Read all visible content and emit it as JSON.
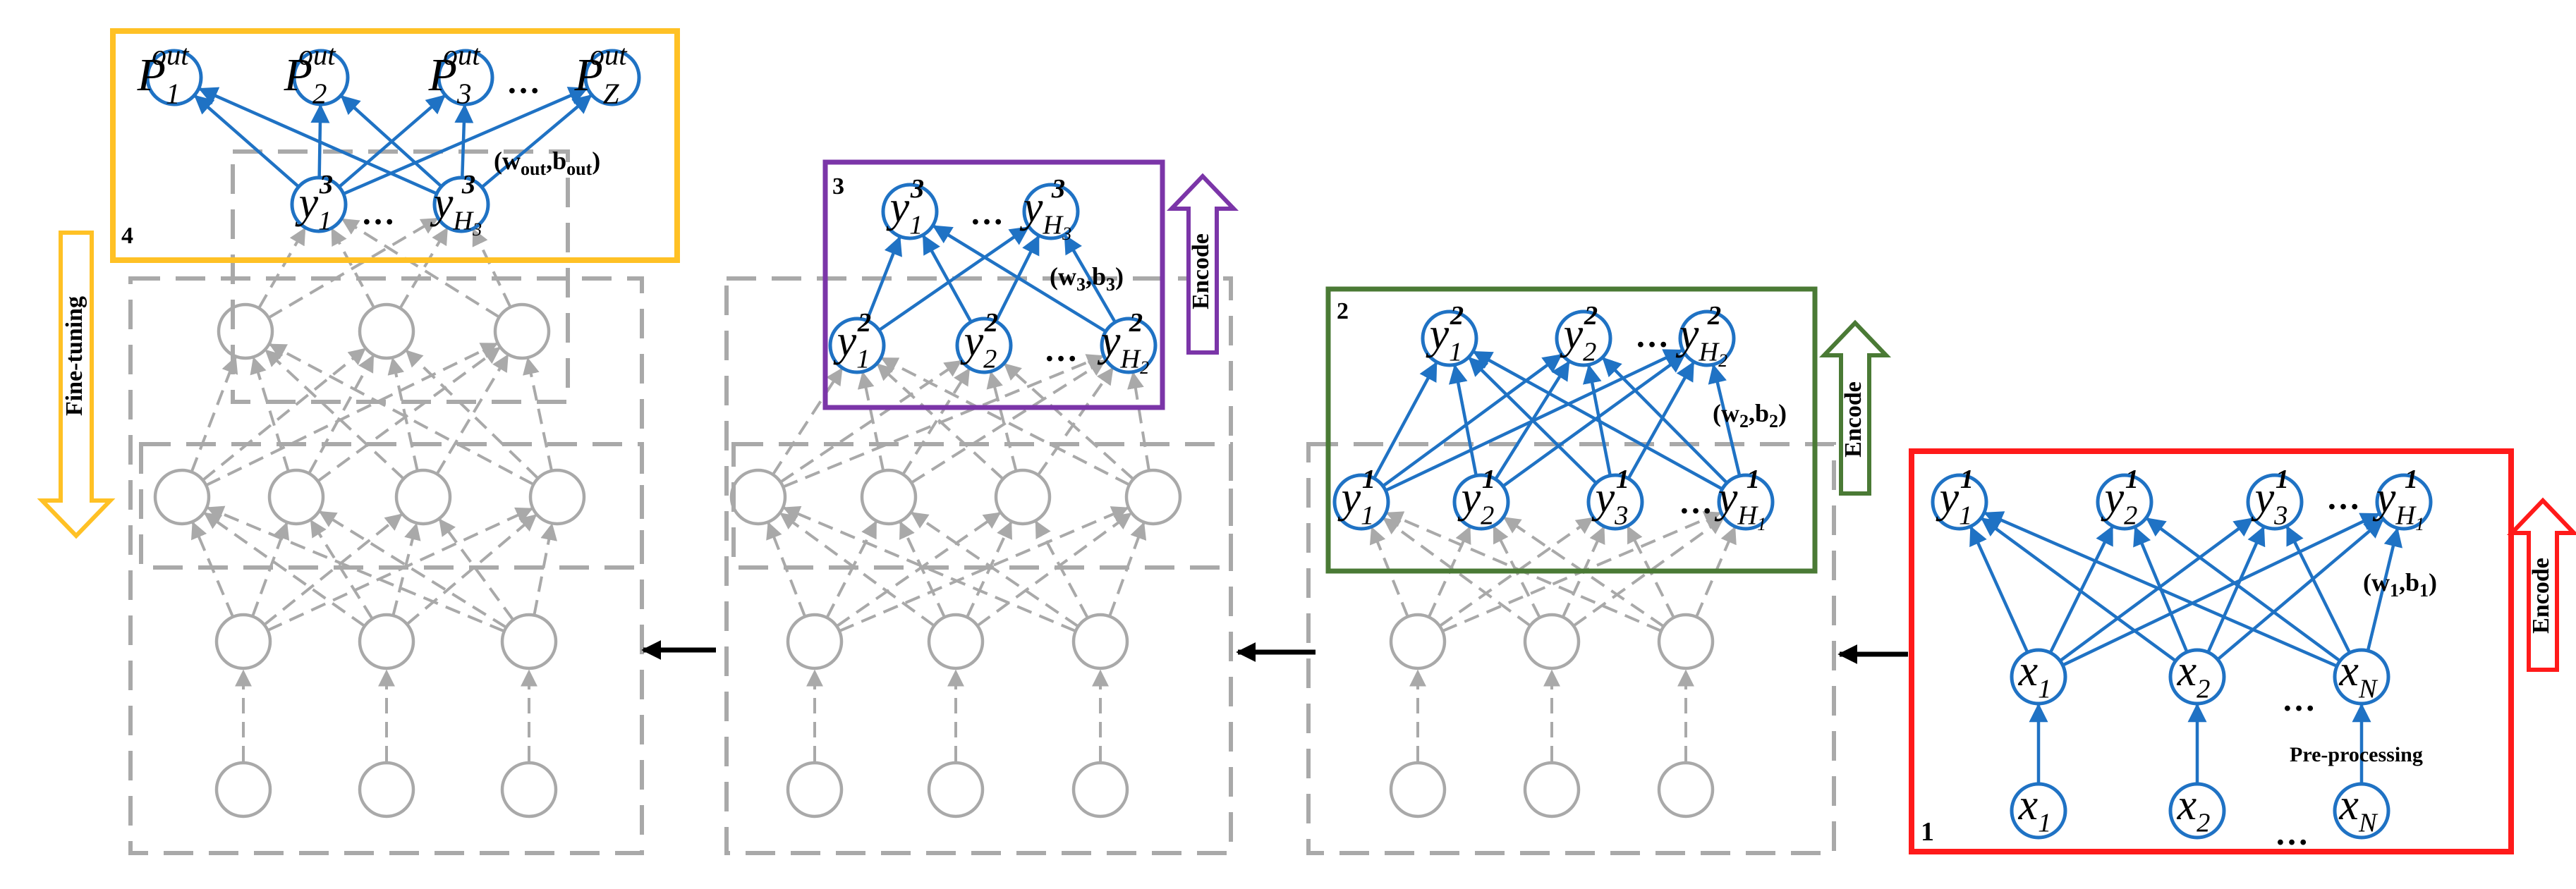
{
  "colors": {
    "blue": "#1f72c4",
    "gray": "#a9a9a9",
    "red": "#ff1a1a",
    "green": "#4a7a35",
    "purple": "#7b35a8",
    "yellow": "#ffc125"
  },
  "stage1": {
    "number": "1",
    "encode_label": "Encode",
    "pre_label": "Pre-processing",
    "param_w": "w",
    "param_sub": "1",
    "param_b": "b",
    "top_nodes": [
      {
        "base": "y",
        "sup": "1",
        "sub": "1"
      },
      {
        "base": "y",
        "sup": "1",
        "sub": "2"
      },
      {
        "base": "y",
        "sup": "1",
        "sub": "3"
      },
      {
        "base": "y",
        "sup": "1",
        "sub": "H",
        "subsub": "1"
      }
    ],
    "mid_nodes": [
      {
        "base": "x",
        "sub": "1"
      },
      {
        "base": "x",
        "sub": "2"
      },
      {
        "base": "x",
        "sub": "N"
      }
    ],
    "bot_nodes": [
      {
        "base": "x",
        "sub": "1"
      },
      {
        "base": "x",
        "sub": "2"
      },
      {
        "base": "x",
        "sub": "N"
      }
    ],
    "ellipsis": "…"
  },
  "stage2": {
    "number": "2",
    "encode_label": "Encode",
    "param_w": "w",
    "param_sub": "2",
    "param_b": "b",
    "top_nodes": [
      {
        "base": "y",
        "sup": "2",
        "sub": "1"
      },
      {
        "base": "y",
        "sup": "2",
        "sub": "2"
      },
      {
        "base": "y",
        "sup": "2",
        "sub": "H",
        "subsub": "2"
      }
    ],
    "bot_nodes": [
      {
        "base": "y",
        "sup": "1",
        "sub": "1"
      },
      {
        "base": "y",
        "sup": "1",
        "sub": "2"
      },
      {
        "base": "y",
        "sup": "1",
        "sub": "3"
      },
      {
        "base": "y",
        "sup": "1",
        "sub": "H",
        "subsub": "1"
      }
    ],
    "ellipsis": "…"
  },
  "stage3": {
    "number": "3",
    "encode_label": "Encode",
    "param_w": "w",
    "param_sub": "3",
    "param_b": "b",
    "top_nodes": [
      {
        "base": "y",
        "sup": "3",
        "sub": "1"
      },
      {
        "base": "y",
        "sup": "3",
        "sub": "H",
        "subsub": "3"
      }
    ],
    "bot_nodes": [
      {
        "base": "y",
        "sup": "2",
        "sub": "1"
      },
      {
        "base": "y",
        "sup": "2",
        "sub": "2"
      },
      {
        "base": "y",
        "sup": "2",
        "sub": "H",
        "subsub": "2"
      }
    ],
    "ellipsis": "…"
  },
  "stage4": {
    "number": "4",
    "finetune_label": "Fine-tuning",
    "param_w": "w",
    "param_sub": "out",
    "param_b": "b",
    "out_nodes": [
      {
        "base": "P",
        "sup": "out",
        "sub": "1"
      },
      {
        "base": "P",
        "sup": "out",
        "sub": "2"
      },
      {
        "base": "P",
        "sup": "out",
        "sub": "3"
      },
      {
        "base": "P",
        "sup": "out",
        "sub": "Z"
      }
    ],
    "hidden_nodes": [
      {
        "base": "y",
        "sup": "3",
        "sub": "1"
      },
      {
        "base": "y",
        "sup": "3",
        "sub": "H",
        "subsub": "3"
      }
    ],
    "ellipsis": "…"
  }
}
